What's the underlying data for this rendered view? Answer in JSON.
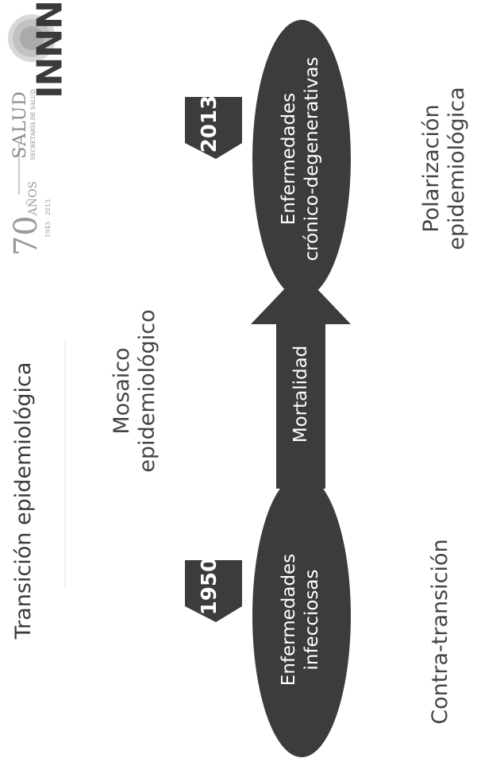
{
  "title": "Transición epidemiológica",
  "mosaico": [
    "Mosaico",
    "epidemiológico"
  ],
  "contra": "Contra-transición",
  "polarizacion": [
    "Polarización",
    "epidemiológica"
  ],
  "year_start": "1950",
  "year_end": "2013",
  "node_start": [
    "Enfermedades",
    "infecciosas"
  ],
  "node_end": [
    "Enfermedades",
    "crónico-degenerativas"
  ],
  "arrow_label": "Mortalidad",
  "logos": {
    "aniversario": "70",
    "aniversario_word": "AÑOS",
    "aniversario_years": "1943 · 2013",
    "salud": "SALUD",
    "salud_sub": "SECRETARÍA DE SALUD",
    "innn": "INNN"
  },
  "colors": {
    "dark": "#3c3c3c",
    "text": "#444444",
    "background": "#ffffff"
  }
}
